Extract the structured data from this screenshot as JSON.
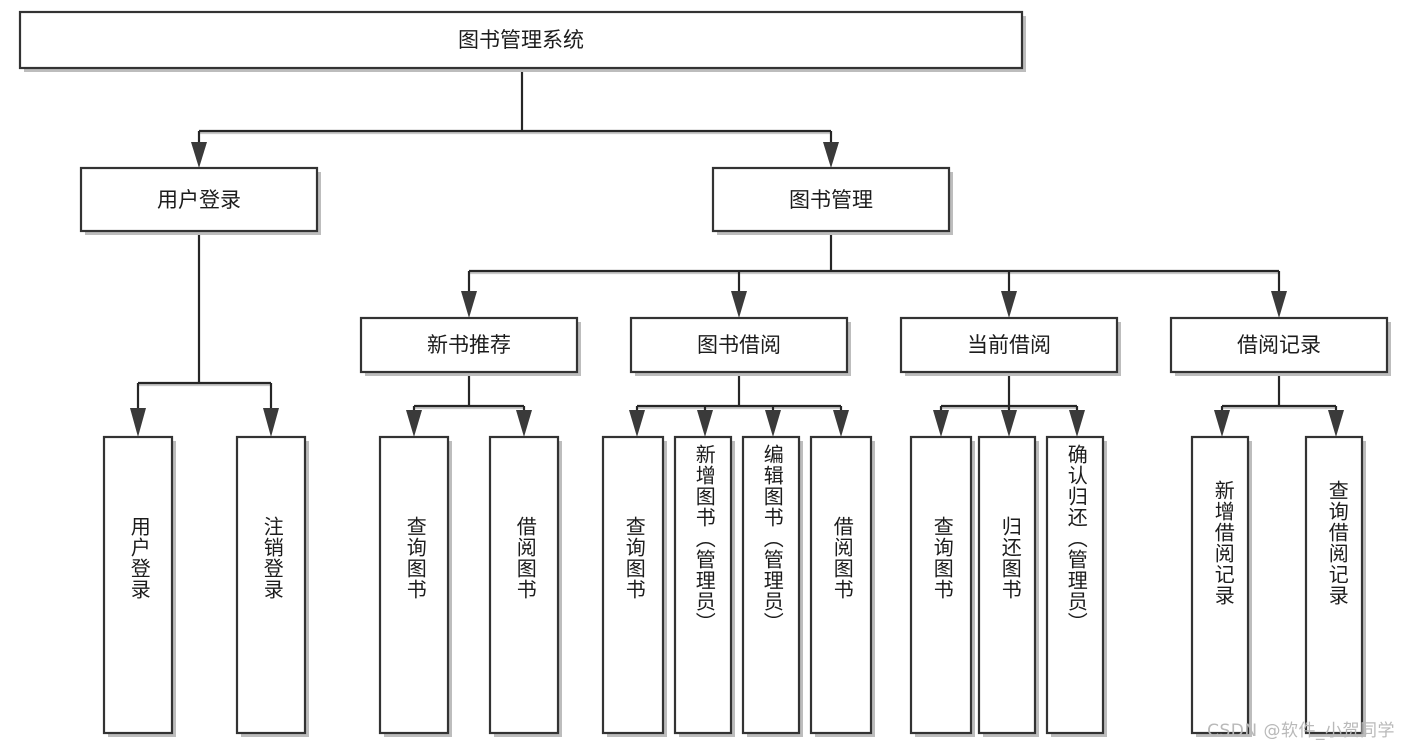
{
  "diagram": {
    "type": "tree-hierarchy",
    "title_node": {
      "label": "图书管理系统"
    },
    "level2": [
      {
        "label": "用户登录"
      },
      {
        "label": "图书管理"
      }
    ],
    "level3": [
      {
        "label": "新书推荐"
      },
      {
        "label": "图书借阅"
      },
      {
        "label": "当前借阅"
      },
      {
        "label": "借阅记录"
      }
    ],
    "leaves": {
      "user_login": [
        {
          "label": "用户登录"
        },
        {
          "label": "注销登录"
        }
      ],
      "new_book_recommend": [
        {
          "label": "查询图书"
        },
        {
          "label": "借阅图书"
        }
      ],
      "book_borrow": [
        {
          "label": "查询图书"
        },
        {
          "label": "新增图书（管理员）"
        },
        {
          "label": "编辑图书（管理员）"
        },
        {
          "label": "借阅图书"
        }
      ],
      "current_borrow": [
        {
          "label": "查询图书"
        },
        {
          "label": "归还图书"
        },
        {
          "label": "确认归还（管理员）"
        }
      ],
      "borrow_records": [
        {
          "label": "新增借阅记录"
        },
        {
          "label": "查询借阅记录"
        }
      ]
    }
  },
  "watermark": {
    "text": "CSDN @软件_小贺同学"
  },
  "colors": {
    "box_stroke": "#333333",
    "connector": "#262626",
    "arrow": "#3a3a3a",
    "background": "#ffffff",
    "watermark": "#b9b9b9"
  }
}
